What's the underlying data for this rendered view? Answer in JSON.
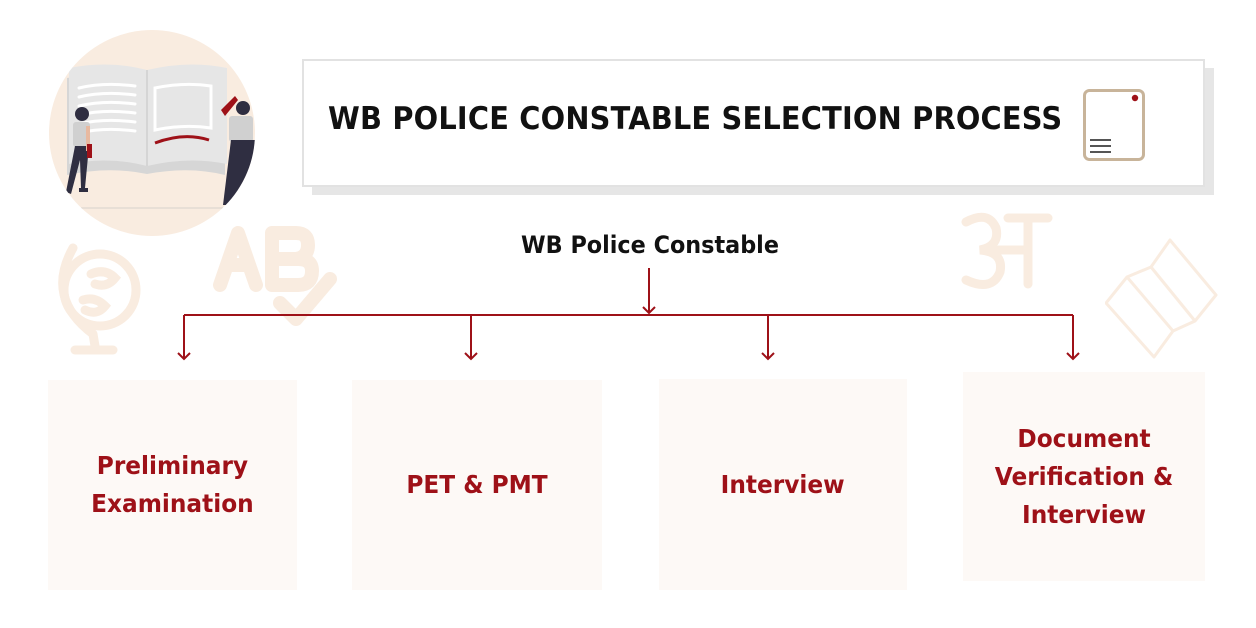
{
  "header": {
    "title": "WB POLICE CONSTABLE SELECTION PROCESS",
    "icon": "document-icon"
  },
  "hero": {
    "icon": "people-reading-book-illustration"
  },
  "decorations": [
    "globe-icon",
    "ab-check-icon",
    "devanagari-a-icon",
    "folded-map-icon"
  ],
  "diagram": {
    "root": "WB Police Constable",
    "steps": [
      {
        "label": "Preliminary\nExamination"
      },
      {
        "label": "PET & PMT"
      },
      {
        "label": "Interview"
      },
      {
        "label": "Document\nVerification &\nInterview"
      }
    ]
  },
  "colors": {
    "accent": "#9e1118",
    "box_bg": "#fdf9f6",
    "decor": "#f9ece0",
    "title_text": "#111111"
  }
}
